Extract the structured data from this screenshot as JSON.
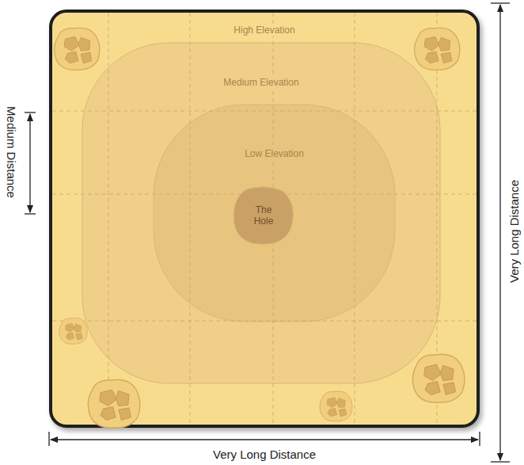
{
  "diagram": {
    "nodes": [
      {
        "text": [
          "High Elevation"
        ]
      },
      {
        "text": [
          "Medium Elevation"
        ],
        "in": 0
      },
      {
        "text": [
          "Low Elevation"
        ],
        "in": 1
      },
      {
        "text": [
          "The Hole"
        ],
        "in": 2
      }
    ],
    "labels": [
      "Medium Distance",
      "Very Long Distance",
      "Very Long Distance"
    ]
  }
}
